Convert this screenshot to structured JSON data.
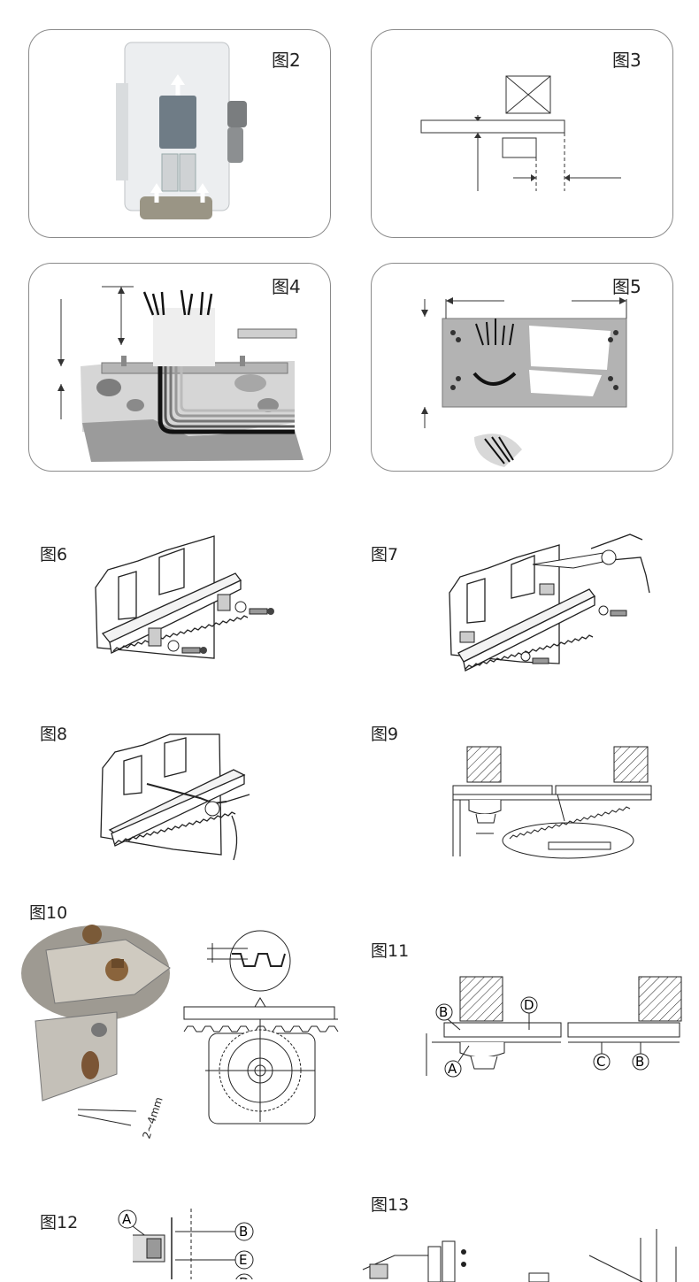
{
  "figures": {
    "fig2": {
      "label": "图2"
    },
    "fig3": {
      "label": "图3"
    },
    "fig4": {
      "label": "图4"
    },
    "fig5": {
      "label": "图5"
    },
    "fig6": {
      "label": "图6"
    },
    "fig7": {
      "label": "图7"
    },
    "fig8": {
      "label": "图8"
    },
    "fig9": {
      "label": "图9"
    },
    "fig10": {
      "label": "图10",
      "gap_text": "2~4mm"
    },
    "fig11": {
      "label": "图11",
      "callouts": [
        "B",
        "D",
        "A",
        "C",
        "B"
      ]
    },
    "fig12": {
      "label": "图12",
      "callouts": [
        "A",
        "B",
        "E",
        "D"
      ]
    },
    "fig13": {
      "label": "图13"
    }
  }
}
